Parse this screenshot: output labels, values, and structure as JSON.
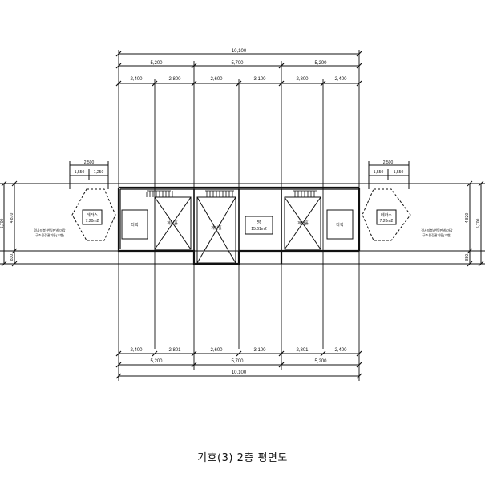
{
  "caption": "기호(3) 2층 평면도",
  "dimensions": {
    "total_top": "10,100",
    "total_bottom": "10,100",
    "mid_top": [
      "5,200",
      "5,700",
      "5,200"
    ],
    "mid_bottom": [
      "5,200",
      "5,700",
      "5,200"
    ],
    "fine_top": [
      "2,400",
      "2,800",
      "2,600",
      "3,100",
      "2,800",
      "2,400"
    ],
    "fine_bottom": [
      "2,400",
      "2,801",
      "2,600",
      "3,100",
      "2,801",
      "2,400"
    ],
    "left_balcony_total": "2,500",
    "left_balcony_parts": [
      "1,550",
      "1,250"
    ],
    "right_balcony_total": "2,500",
    "right_balcony_parts": [
      "1,550",
      "1,550"
    ],
    "left_side_total": "5,700",
    "left_side_upper": "4,870",
    "left_side_lower": "830",
    "right_side_total": "5,700",
    "right_side_upper": "4,820",
    "right_side_lower": "880"
  },
  "rooms": {
    "left_terrace": {
      "name": "테라스",
      "area": "7.20m2"
    },
    "left_room": {
      "name": "다락"
    },
    "stair_left": {
      "name": "계단홀"
    },
    "stair_mid": {
      "name": "계단홀"
    },
    "main": {
      "name": "방",
      "area": "15.61m2"
    },
    "stair_right": {
      "name": "계단홀"
    },
    "right_room": {
      "name": "다락"
    },
    "right_terrace": {
      "name": "테라스",
      "area": "7.20m2"
    }
  },
  "notes": {
    "left": "경사지붕(썬팅판넬)마감",
    "left_sub": "구조용강관기둥(고형)",
    "right": "경사지붕(썬팅판넬)마감",
    "right_sub": "구조용강관기둥(고형)"
  }
}
